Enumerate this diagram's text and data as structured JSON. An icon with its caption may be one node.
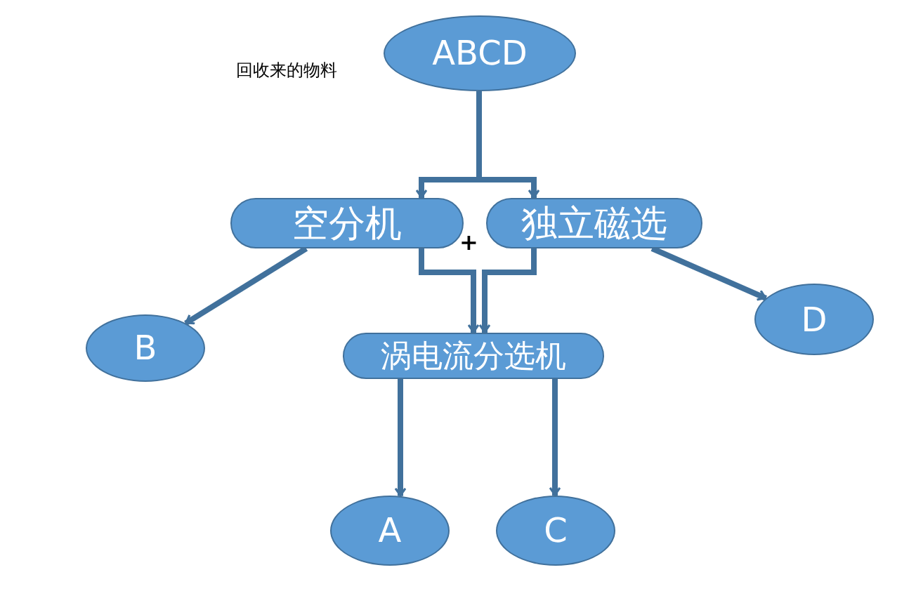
{
  "diagram": {
    "nodes": [
      {
        "text": [
          "ABCD"
        ],
        "beside": [
          "回收来的物料"
        ]
      },
      {
        "text": [
          "空分机"
        ]
      },
      {
        "text": [
          "独立磁选"
        ]
      },
      {
        "text": [
          "B"
        ]
      },
      {
        "text": [
          "涡电流分选机"
        ]
      },
      {
        "text": [
          "D"
        ]
      },
      {
        "text": [
          "A"
        ]
      },
      {
        "text": [
          "C"
        ]
      }
    ],
    "edges": [
      {
        "from": 0,
        "to": 1,
        "arrow": "to"
      },
      {
        "from": 0,
        "to": 2,
        "arrow": "to"
      },
      {
        "from": 1,
        "to": 3,
        "arrow": "to"
      },
      {
        "from": 1,
        "to": 4,
        "arrow": "to"
      },
      {
        "from": 2,
        "to": 4,
        "arrow": "to"
      },
      {
        "from": 2,
        "to": 5,
        "arrow": "to"
      },
      {
        "from": 4,
        "to": 6,
        "arrow": "to"
      },
      {
        "from": 4,
        "to": 7,
        "arrow": "to"
      }
    ],
    "labels": [
      "+"
    ]
  }
}
